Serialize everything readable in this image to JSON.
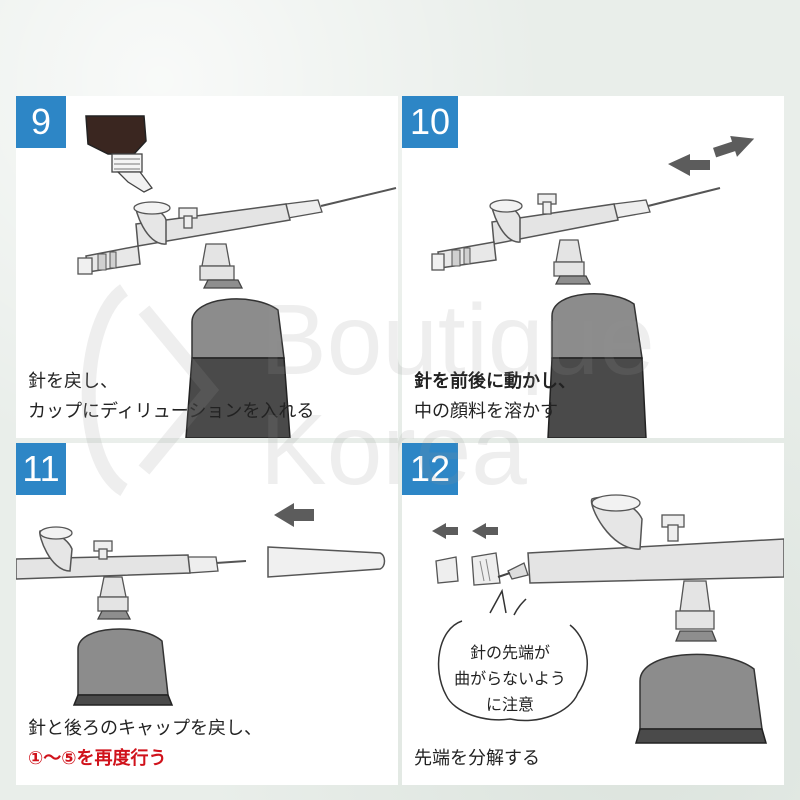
{
  "colors": {
    "step_badge": "#2d86c6",
    "emphasis_red": "#d0121b",
    "body_gray": "#e4e4e4",
    "bottle_dark": "#4a4a4a"
  },
  "steps": [
    {
      "number": "9",
      "caption_lines": [
        "針を戻し、",
        "カップにディリューションを入れる"
      ]
    },
    {
      "number": "10",
      "caption_lines": [
        "針を前後に動かし、",
        "中の顔料を溶かす"
      ]
    },
    {
      "number": "11",
      "caption_line1": "針と後ろのキャップを戻し、",
      "caption_line2": "①〜⑤を再度行う"
    },
    {
      "number": "12",
      "caption_lines": [
        "先端を分解する"
      ],
      "note_lines": [
        "針の先端が",
        "曲がらないよう",
        "に注意"
      ]
    }
  ],
  "watermark": {
    "line1": "Boutique",
    "line2": "Korea"
  },
  "icons": {
    "airbrush": "airbrush-icon",
    "paint_bottle": "paint-bottle-icon",
    "dilution_bottle": "dilution-bottle-icon",
    "arrow": "arrow-icon",
    "cap": "cap-icon",
    "nozzle": "nozzle-icon"
  }
}
